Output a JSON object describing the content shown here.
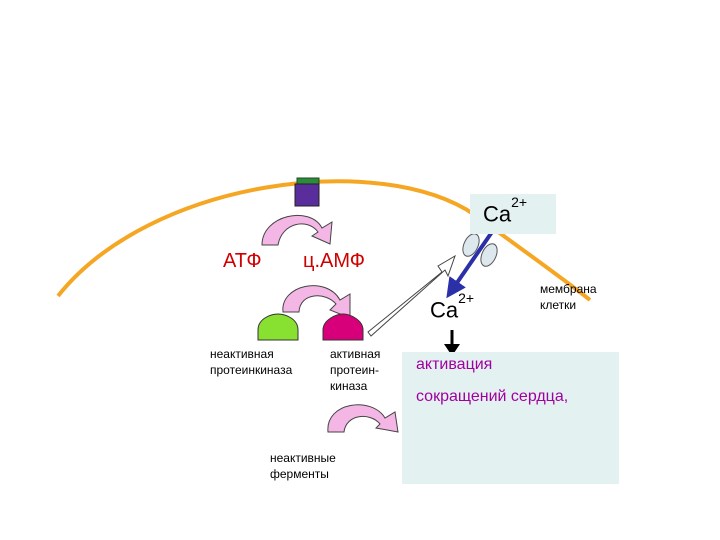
{
  "labels": {
    "atp": "АТФ",
    "camp": "ц.АМФ",
    "ca_top_base": "Ca",
    "ca_top_sup": "2+",
    "ca_mid_base": "Ca",
    "ca_mid_sup": "2+",
    "membrane": [
      "мембрана",
      "клетки"
    ],
    "inactive_kinase": [
      "неактивная",
      "протеинкиназа"
    ],
    "active_kinase": [
      "активная",
      "протеин-",
      "киназа"
    ],
    "inactive_enzymes": [
      "неактивные",
      "ферменты"
    ],
    "activation": "активация",
    "contraction": "сокращений сердца,"
  },
  "colors": {
    "membrane": "#f5a623",
    "receptor": "#5a2d9c",
    "receptor_cap": "#2e8b3e",
    "inactive_kinase": "#88e030",
    "active_kinase": "#d8007a",
    "curved_arrow": "#f4b6e4",
    "channel": "#dde8ee",
    "result_box": "#e4f1f1",
    "red_text": "#d00000",
    "purple_text": "#a000a0",
    "blue_arrow": "#2b2fa8"
  }
}
